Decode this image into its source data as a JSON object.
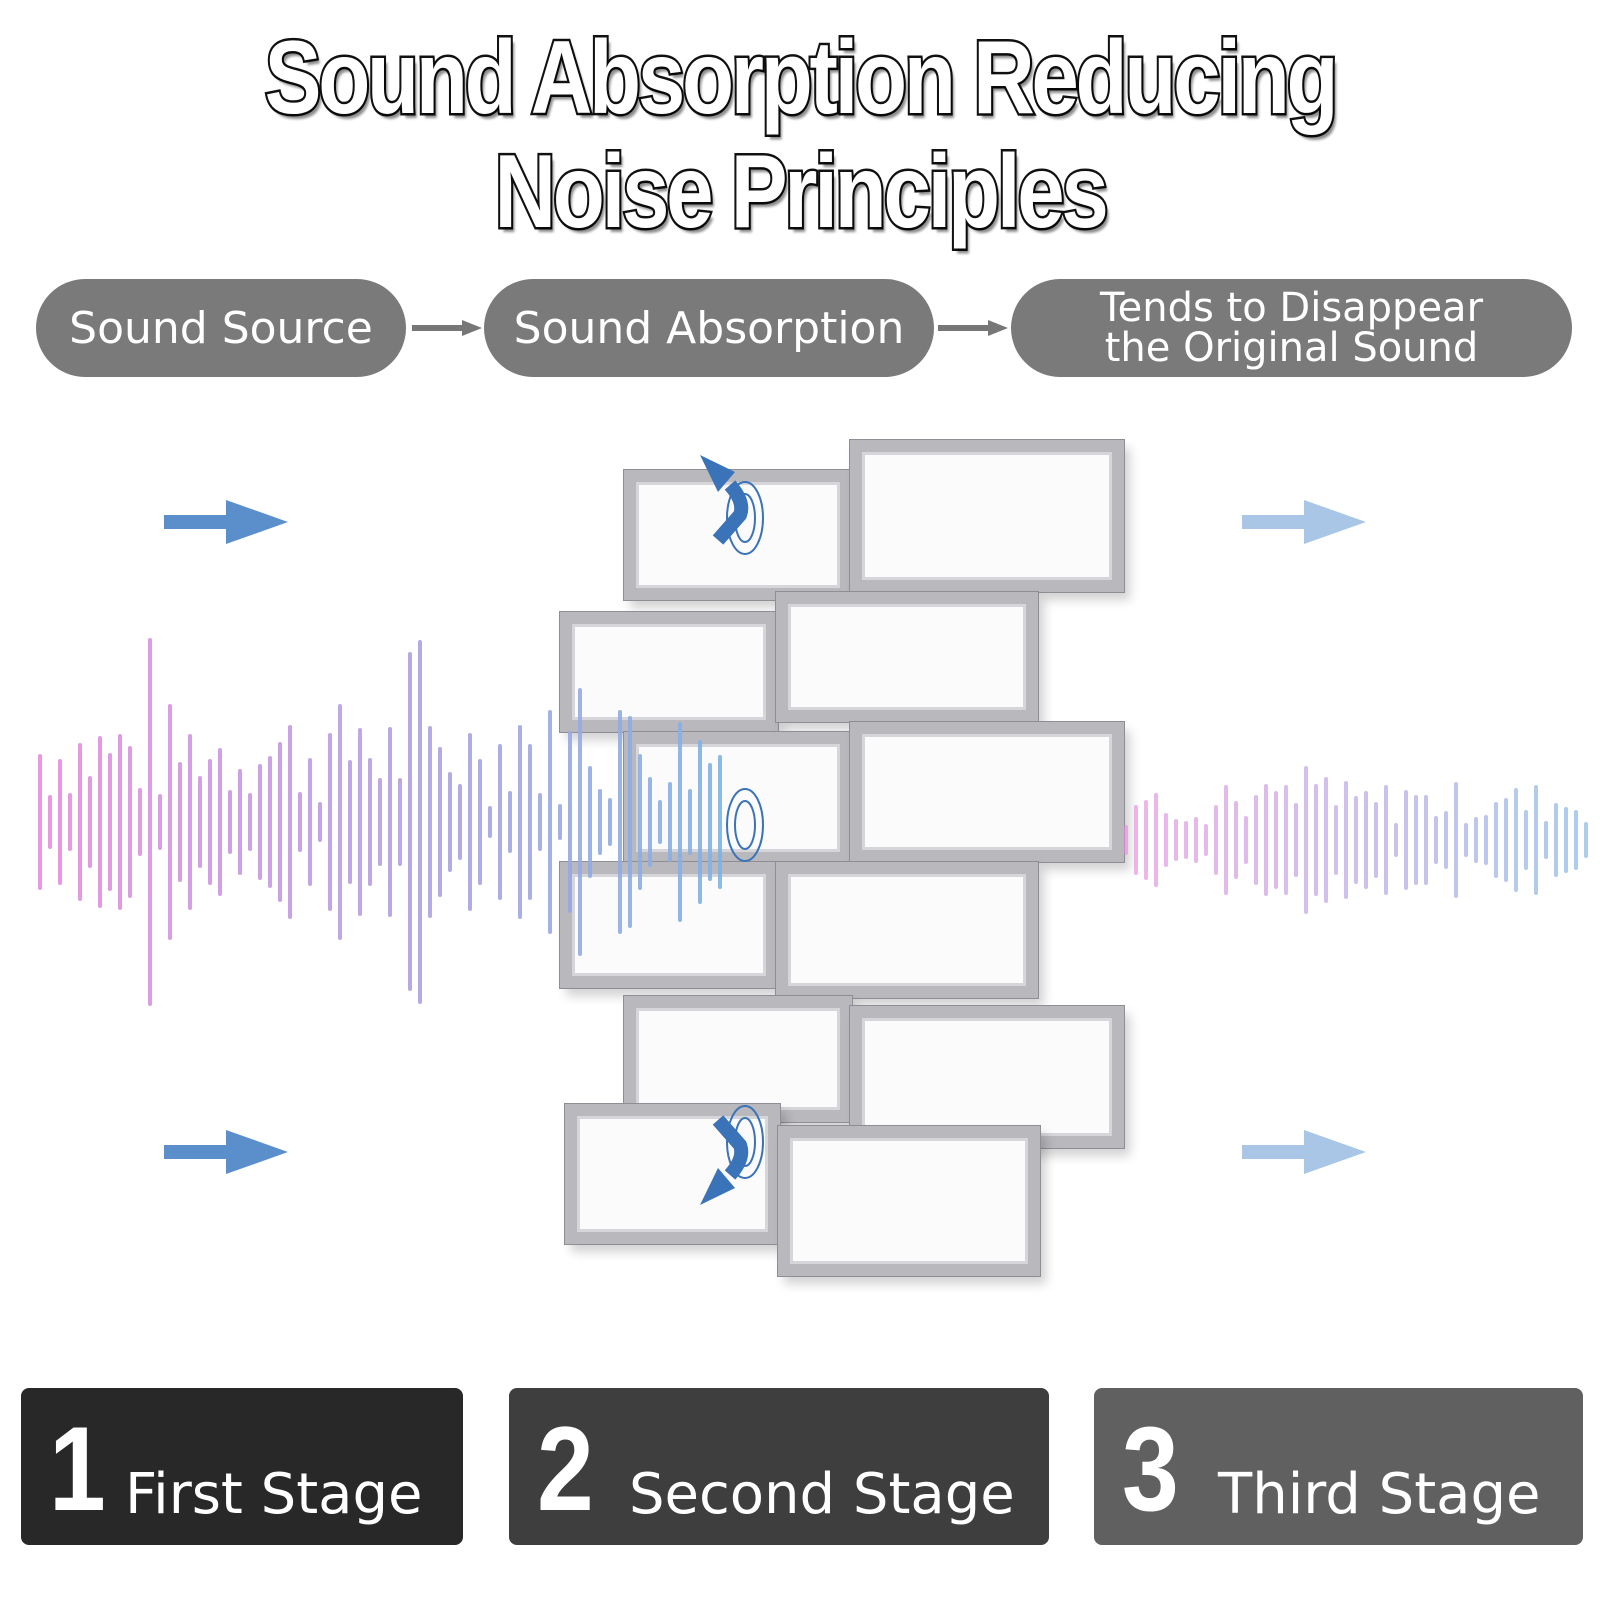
{
  "title": {
    "line1": "Sound Absorption Reducing",
    "line2": "Noise Principles"
  },
  "flow": {
    "steps": [
      {
        "label": "Sound Source"
      },
      {
        "label": "Sound Absorption"
      },
      {
        "label_line1": "Tends to Disappear",
        "label_line2": "the Original Sound"
      }
    ]
  },
  "stages": [
    {
      "number": "1",
      "label": "First Stage",
      "color": "#282828"
    },
    {
      "number": "2",
      "label": "Second Stage",
      "color": "#3e3e3e"
    },
    {
      "number": "3",
      "label": "Third Stage",
      "color": "#606060"
    }
  ],
  "colors": {
    "pill": "#7a7a7a",
    "arrow_blue": "#5b8fcc",
    "arrow_light": "#a9c6e6",
    "wave_pink": "#e98ce0",
    "wave_blue": "#7fb2e4",
    "reflect_arrow": "#3a73b8"
  }
}
